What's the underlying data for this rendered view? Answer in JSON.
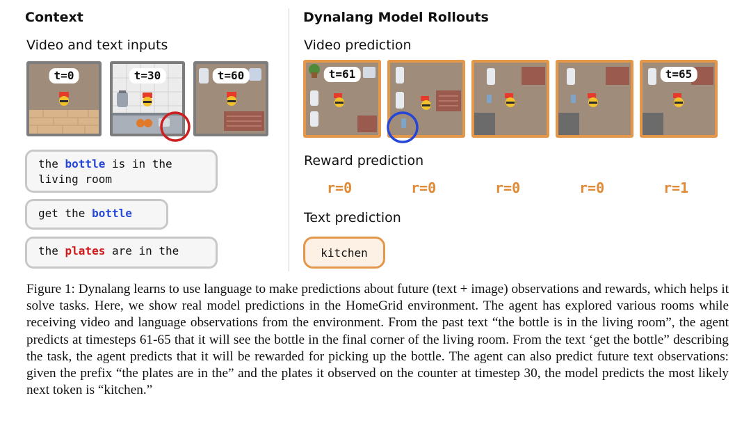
{
  "context": {
    "title": "Context",
    "subtitle": "Video and text inputs",
    "frames": [
      {
        "t": "t=0"
      },
      {
        "t": "t=30"
      },
      {
        "t": "t=60"
      }
    ],
    "texts": {
      "t1_a": "the ",
      "t1_kw": "bottle",
      "t1_b": " is in the",
      "t1_c": "living room",
      "t2_a": "get the ",
      "t2_kw": "bottle",
      "t3_a": "the ",
      "t3_kw": "plates",
      "t3_b": " are in the"
    }
  },
  "rollouts": {
    "title": "Dynalang Model Rollouts",
    "video_label": "Video prediction",
    "frames": [
      {
        "t": "t=61"
      },
      {
        "t": ""
      },
      {
        "t": ""
      },
      {
        "t": ""
      },
      {
        "t": "t=65"
      }
    ],
    "reward_label": "Reward prediction",
    "rewards": [
      "r=0",
      "r=0",
      "r=0",
      "r=0",
      "r=1"
    ],
    "text_label": "Text prediction",
    "text_prediction": "kitchen"
  },
  "caption": "Figure 1: Dynalang learns to use language to make predictions about future (text + image) observations and rewards, which helps it solve tasks. Here, we show real model predictions in the HomeGrid environment. The agent has explored various rooms while receiving video and language observations from the environment. From the past text “the bottle is in the living room”, the agent predicts at timesteps 61-65 that it will see the bottle in the final corner of the living room. From the text ‘get the bottle” describing the task, the agent predicts that it will be rewarded for picking up the bottle. The agent can also predict future text observations: given the prefix “the plates are in the” and the plates it observed on the counter at timestep 30, the model predicts the most likely next token is “kitchen.”",
  "colors": {
    "context_border": "#7c7c7c",
    "prediction_border": "#e3974b",
    "reward": "#e08a35",
    "keyword_blue": "#2648d8",
    "keyword_red": "#d01919",
    "highlight_red_circle": "#cc1f1f",
    "highlight_blue_circle": "#2846d6"
  }
}
